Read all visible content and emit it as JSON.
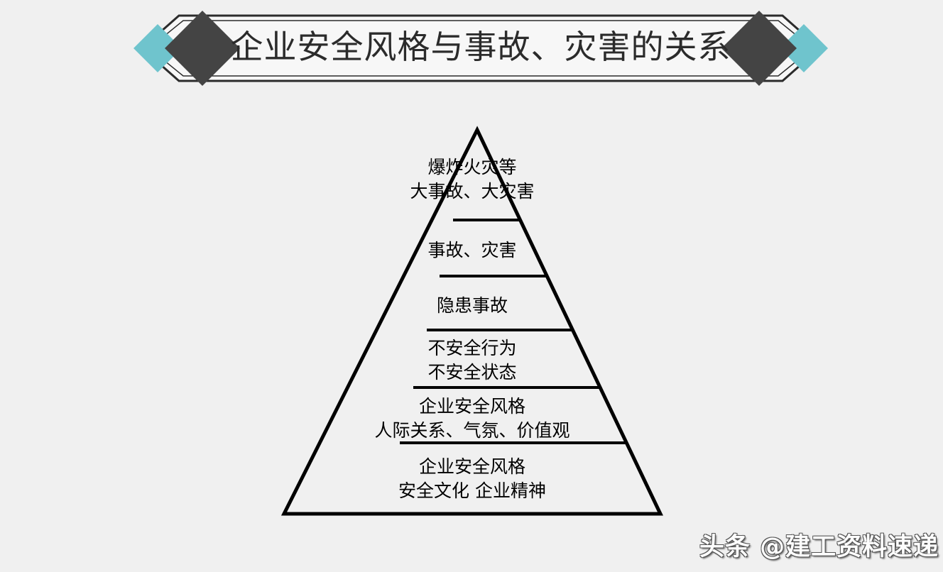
{
  "page": {
    "background_color": "#f0f0f0"
  },
  "header": {
    "title": "企业安全风格与事故、灾害的关系",
    "accent_color": "#6fc4cd",
    "diamond_color": "#444444",
    "frame_color": "#2b2b2b",
    "title_color": "#2b2b2b"
  },
  "diagram": {
    "type": "pyramid",
    "outline_color": "#000000",
    "fill_color": "#f0f0f0",
    "tiers": [
      {
        "index": 1,
        "position": "apex",
        "lines": [
          "爆炸火灾等",
          "大事故、大灾害"
        ]
      },
      {
        "index": 2,
        "position": "upper",
        "lines": [
          "事故、灾害"
        ]
      },
      {
        "index": 3,
        "position": "upper-middle",
        "lines": [
          "隐患事故"
        ]
      },
      {
        "index": 4,
        "position": "middle",
        "lines": [
          "不安全行为",
          "不安全状态"
        ]
      },
      {
        "index": 5,
        "position": "lower-middle",
        "lines": [
          "企业安全风格",
          "人际关系、气氛、价值观"
        ]
      },
      {
        "index": 6,
        "position": "base",
        "lines": [
          "企业安全风格",
          "安全文化 企业精神"
        ]
      }
    ]
  },
  "watermark": {
    "text": "头条 @建工资料速递"
  }
}
